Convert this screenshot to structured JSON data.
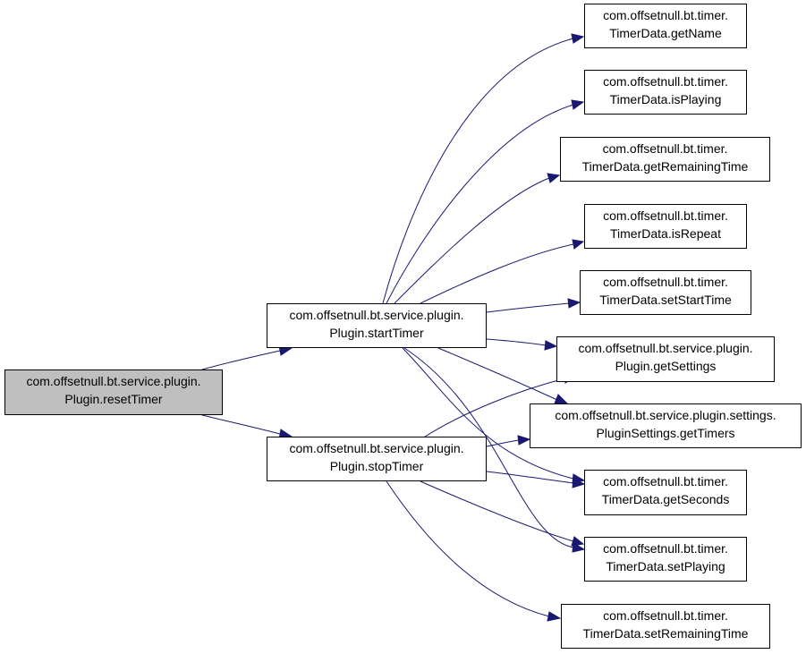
{
  "diagram": {
    "edge_color": "#191970",
    "root_fill": "#bfbfbf",
    "nodes": {
      "resetTimer": {
        "line1": "com.offsetnull.bt.service.plugin.",
        "line2": "Plugin.resetTimer"
      },
      "startTimer": {
        "line1": "com.offsetnull.bt.service.plugin.",
        "line2": "Plugin.startTimer"
      },
      "stopTimer": {
        "line1": "com.offsetnull.bt.service.plugin.",
        "line2": "Plugin.stopTimer"
      },
      "getName": {
        "line1": "com.offsetnull.bt.timer.",
        "line2": "TimerData.getName"
      },
      "isPlaying": {
        "line1": "com.offsetnull.bt.timer.",
        "line2": "TimerData.isPlaying"
      },
      "getRemainingTime": {
        "line1": "com.offsetnull.bt.timer.",
        "line2": "TimerData.getRemainingTime"
      },
      "isRepeat": {
        "line1": "com.offsetnull.bt.timer.",
        "line2": "TimerData.isRepeat"
      },
      "setStartTime": {
        "line1": "com.offsetnull.bt.timer.",
        "line2": "TimerData.setStartTime"
      },
      "getSettings": {
        "line1": "com.offsetnull.bt.service.plugin.",
        "line2": "Plugin.getSettings"
      },
      "getTimers": {
        "line1": "com.offsetnull.bt.service.plugin.settings.",
        "line2": "PluginSettings.getTimers"
      },
      "getSeconds": {
        "line1": "com.offsetnull.bt.timer.",
        "line2": "TimerData.getSeconds"
      },
      "setPlaying": {
        "line1": "com.offsetnull.bt.timer.",
        "line2": "TimerData.setPlaying"
      },
      "setRemainingTime": {
        "line1": "com.offsetnull.bt.timer.",
        "line2": "TimerData.setRemainingTime"
      }
    },
    "edges": [
      {
        "from": "resetTimer",
        "to": "startTimer"
      },
      {
        "from": "resetTimer",
        "to": "stopTimer"
      },
      {
        "from": "startTimer",
        "to": "getName"
      },
      {
        "from": "startTimer",
        "to": "isPlaying"
      },
      {
        "from": "startTimer",
        "to": "getRemainingTime"
      },
      {
        "from": "startTimer",
        "to": "isRepeat"
      },
      {
        "from": "startTimer",
        "to": "setStartTime"
      },
      {
        "from": "startTimer",
        "to": "getSettings"
      },
      {
        "from": "startTimer",
        "to": "getTimers"
      },
      {
        "from": "startTimer",
        "to": "getSeconds"
      },
      {
        "from": "startTimer",
        "to": "setPlaying"
      },
      {
        "from": "stopTimer",
        "to": "getSettings"
      },
      {
        "from": "stopTimer",
        "to": "getTimers"
      },
      {
        "from": "stopTimer",
        "to": "getSeconds"
      },
      {
        "from": "stopTimer",
        "to": "setPlaying"
      },
      {
        "from": "stopTimer",
        "to": "setRemainingTime"
      }
    ]
  }
}
